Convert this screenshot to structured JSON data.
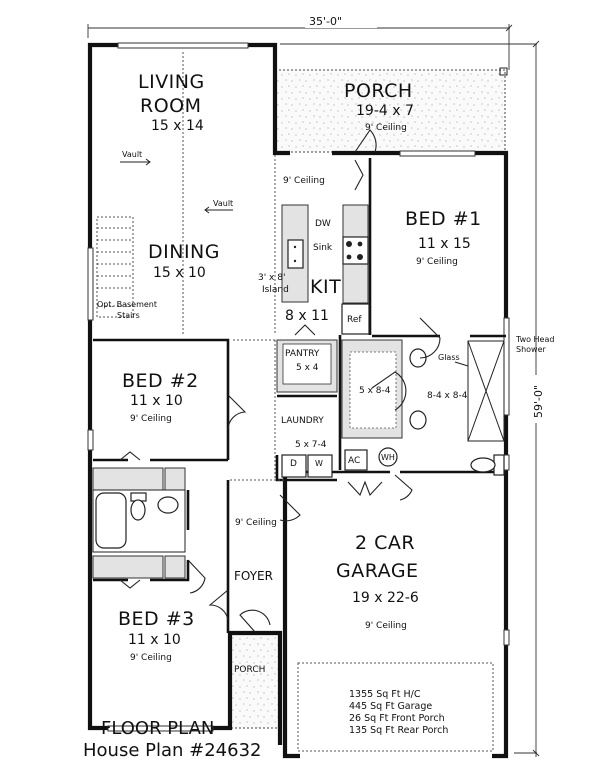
{
  "dimensions": {
    "width": "35'-0\"",
    "depth": "59'-0\""
  },
  "rooms": {
    "living": {
      "name_line1": "LIVING",
      "name_line2": "ROOM",
      "size": "15 x 14",
      "note": "Vault"
    },
    "dining": {
      "name": "DINING",
      "size": "15 x 10",
      "note": "Vault"
    },
    "stairs": {
      "line1": "Opt. Basement",
      "line2": "Stairs"
    },
    "porch_rear": {
      "name": "PORCH",
      "size": "19-4 x 7",
      "ceiling": "9' Ceiling"
    },
    "kitchen": {
      "name": "KIT",
      "size": "8 x 11",
      "ceiling": "9' Ceiling",
      "dw": "DW",
      "sink": "Sink",
      "island_line1": "3' x 8'",
      "island_line2": "Island",
      "ref": "Ref"
    },
    "bed1": {
      "name": "BED #1",
      "size": "11 x 15",
      "ceiling": "9' Ceiling"
    },
    "master_bath": {
      "closet_size": "5 x 8-4",
      "bath_size": "8-4 x 8-4",
      "glass": "Glass",
      "shower_line1": "Two Head",
      "shower_line2": "Shower"
    },
    "pantry": {
      "name": "PANTRY",
      "size": "5 x 4"
    },
    "laundry": {
      "name": "LAUNDRY",
      "size": "5 x 7-4",
      "dryer": "D",
      "washer": "W"
    },
    "mech": {
      "ac": "AC",
      "wh": "WH"
    },
    "bed2": {
      "name": "BED #2",
      "size": "11 x 10",
      "ceiling": "9' Ceiling"
    },
    "bed3": {
      "name": "BED #3",
      "size": "11 x 10",
      "ceiling": "9' Ceiling"
    },
    "foyer": {
      "name": "FOYER",
      "ceiling": "9' Ceiling"
    },
    "porch_front": {
      "name": "PORCH"
    },
    "garage": {
      "name_line1": "2 CAR",
      "name_line2": "GARAGE",
      "size": "19 x 22-6",
      "ceiling": "9' Ceiling"
    }
  },
  "area_summary": [
    "1355 Sq Ft H/C",
    "445 Sq Ft Garage",
    "26 Sq Ft Front Porch",
    "135 Sq Ft Rear Porch"
  ],
  "title": {
    "line1": "FLOOR PLAN",
    "line2": "House Plan #24632"
  },
  "colors": {
    "wall": "#111111",
    "counter_fill": "#e3e3e3",
    "background": "#ffffff"
  }
}
